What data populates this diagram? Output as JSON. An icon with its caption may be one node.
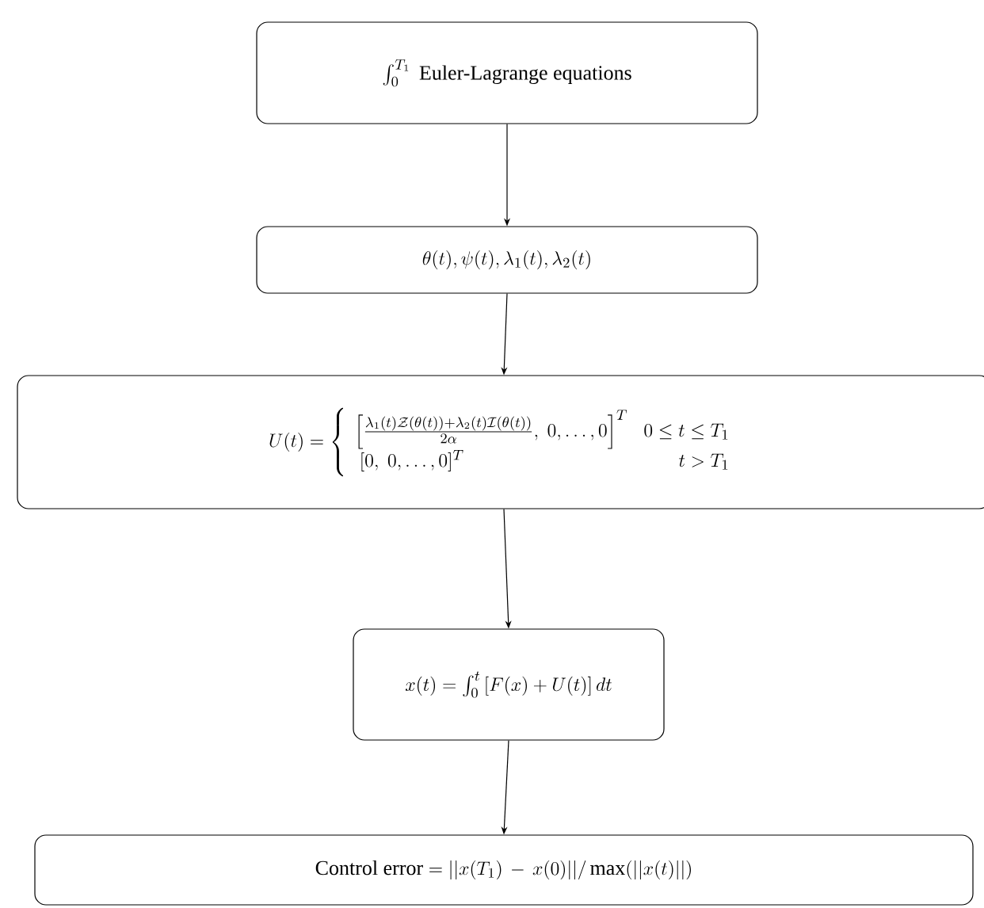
{
  "diagram": {
    "nodes": [
      {
        "text": [
          "\\int_0^{T_1}\\ \\text{Euler-Lagrange equations}"
        ]
      },
      {
        "text": [
          "\\theta(t),\\psi(t),\\lambda_1(t),\\lambda_2(t)"
        ]
      },
      {
        "text": [
          "U(t)=\\left\\{\\begin{array}{ll}\\left[\\frac{\\lambda_1(t)\\mathcal{Z}(\\theta(t))+\\lambda_2(t)\\mathcal{I}(\\theta(t))}{2\\alpha},\\ 0,\\ldots,0\\right]^T & 0\\le t\\le T_1\\\\ \\ [0,\\ 0,\\ldots,0]^T & \\hfill t>T_1\\end{array}\\right."
        ]
      },
      {
        "text": [
          "x(t)=\\int_0^t\\left[F(x)+U(t)\\right]dt"
        ]
      },
      {
        "text": [
          "\\text{Control error}=||x(T_1)\\,-\\,x(0)||/\\max(||x(t)||)"
        ]
      }
    ],
    "edges": [
      {
        "from": 0,
        "to": 1,
        "arrow": "to"
      },
      {
        "from": 1,
        "to": 2,
        "arrow": "to"
      },
      {
        "from": 2,
        "to": 3,
        "arrow": "to"
      },
      {
        "from": 3,
        "to": 4,
        "arrow": "to"
      }
    ]
  }
}
